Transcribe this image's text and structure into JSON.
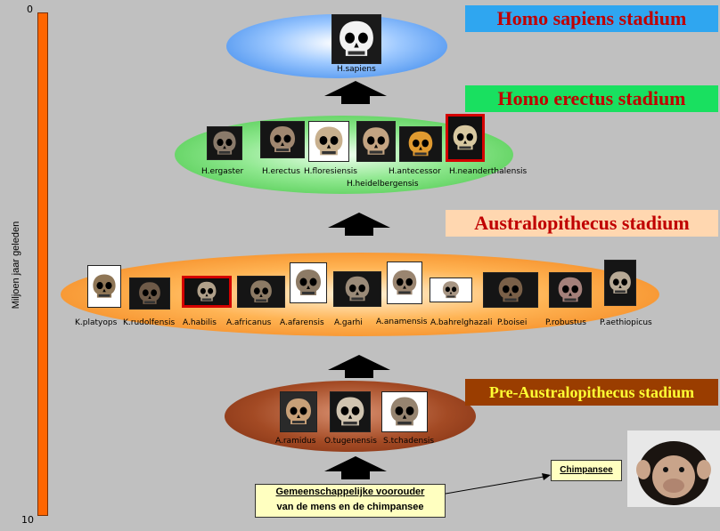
{
  "axis": {
    "top_label": "0",
    "bottom_label": "10",
    "label": "Miljoen jaar geleden"
  },
  "stages": {
    "sapiens": "Homo sapiens stadium",
    "erectus": "Homo erectus stadium",
    "australopithecus": "Australopithecus stadium",
    "pre_australopithecus": "Pre-Australopithecus stadium"
  },
  "species": {
    "sapiens": [
      "H.sapiens"
    ],
    "erectus": [
      "H.ergaster",
      "H.erectus",
      "H.floresiensis",
      "H.heidelbergensis",
      "H.antecessor",
      "H.neanderthalensis"
    ],
    "australopithecus": [
      "K.platyops",
      "K.rudolfensis",
      "A.habilis",
      "A.africanus",
      "A.afarensis",
      "A.garhi",
      "A.anamensis",
      "A.bahrelghazali",
      "P.boisei",
      "P.robustus",
      "P.aethiopicus"
    ],
    "pre": [
      "A.ramidus",
      "O.tugenensis",
      "S.tchadensis"
    ]
  },
  "common_ancestor": {
    "line1": "Gemeenschappelijke voorouder",
    "line2": "van de mens en de chimpansee"
  },
  "chimp_label": "Chimpansee",
  "colors": {
    "timebar": "#ff6600",
    "stage_text": "#c00000",
    "highlight_border": "#d40000",
    "background": "#c0c0c0"
  }
}
